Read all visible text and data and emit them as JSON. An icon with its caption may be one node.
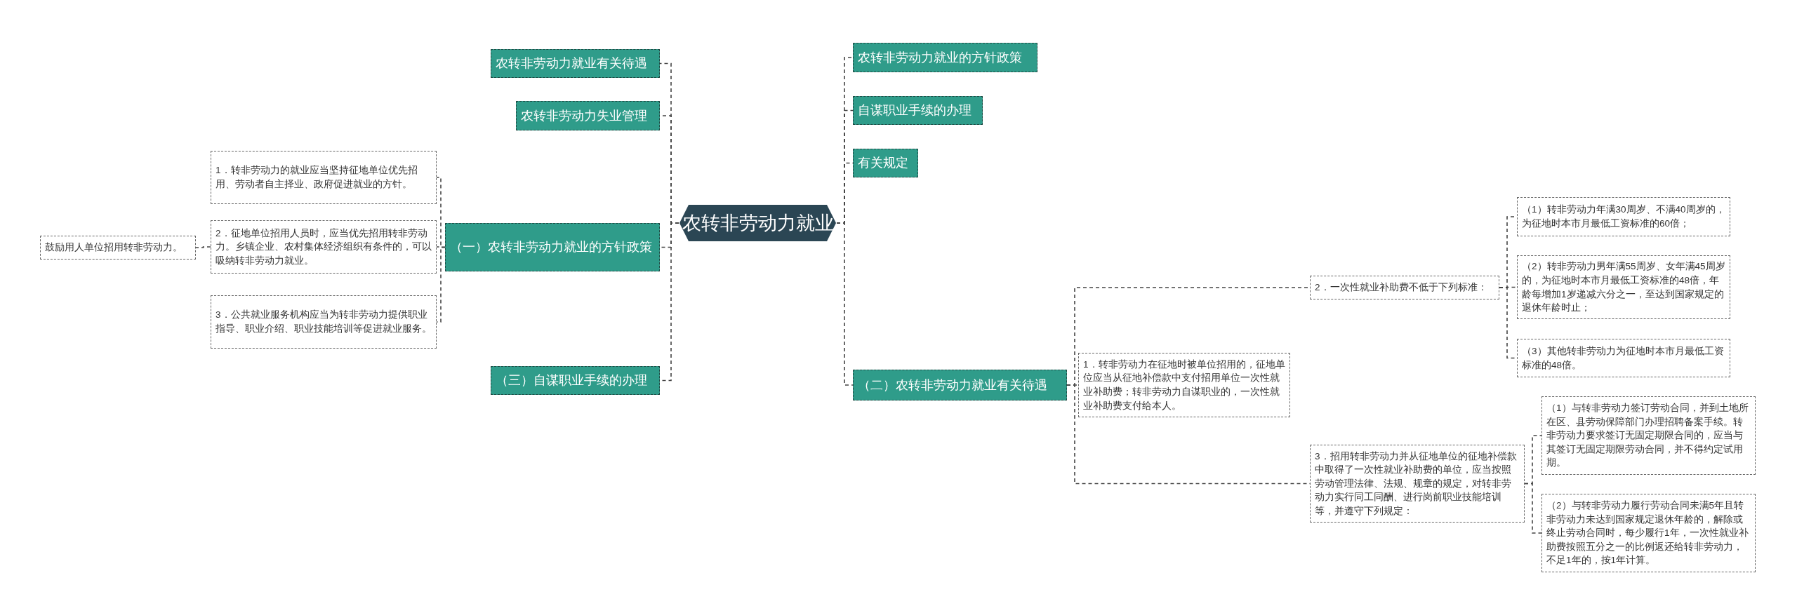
{
  "diagram": {
    "nodes": [
      {
        "text": [
          "农转非劳动力就业"
        ]
      },
      {
        "text": [
          "农转非劳动力就业有关待遇"
        ]
      },
      {
        "text": [
          "农转非劳动力失业管理"
        ]
      },
      {
        "text": [
          "（一）农转非劳动力就业的方针政策"
        ]
      },
      {
        "text": [
          "1．转非劳动力的就业应当坚持征地单位优先招用、劳动者自主择业、政府促进就业的方针。"
        ]
      },
      {
        "text": [
          "2．征地单位招用人员时，应当优先招用转非劳动力。乡镇企业、农村集体经济组织有条件的，可以吸纳转非劳动力就业。"
        ]
      },
      {
        "text": [
          "鼓励用人单位招用转非劳动力。"
        ]
      },
      {
        "text": [
          "3．公共就业服务机构应当为转非劳动力提供职业指导、职业介绍、职业技能培训等促进就业服务。"
        ]
      },
      {
        "text": [
          "（三）自谋职业手续的办理"
        ]
      },
      {
        "text": [
          "农转非劳动力就业的方针政策"
        ]
      },
      {
        "text": [
          "自谋职业手续的办理"
        ]
      },
      {
        "text": [
          "有关规定"
        ]
      },
      {
        "text": [
          "（二）农转非劳动力就业有关待遇"
        ]
      },
      {
        "text": [
          "1．转非劳动力在征地时被单位招用的，征地单位应当从征地补偿款中支付招用单位一次性就业补助费；转非劳动力自谋职业的，一次性就业补助费支付给本人。"
        ]
      },
      {
        "text": [
          "2．一次性就业补助费不低于下列标准："
        ]
      },
      {
        "text": [
          "（1）转非劳动力年满30周岁、不满40周岁的，为征地时本市月最低工资标准的60倍；"
        ]
      },
      {
        "text": [
          "（2）转非劳动力男年满55周岁、女年满45周岁的，为征地时本市月最低工资标准的48倍，年龄每增加1岁递减六分之一，至达到国家规定的退休年龄时止；"
        ]
      },
      {
        "text": [
          "（3）其他转非劳动力为征地时本市月最低工资标准的48倍。"
        ]
      },
      {
        "text": [
          "3．招用转非劳动力并从征地单位的征地补偿款中取得了一次性就业补助费的单位，应当按照劳动管理法律、法规、规章的规定，对转非劳动力实行同工同酬、进行岗前职业技能培训等，并遵守下列规定："
        ]
      },
      {
        "text": [
          "（1）与转非劳动力签订劳动合同，并到土地所在区、县劳动保障部门办理招聘备案手续。转非劳动力要求签订无固定期限合同的，应当与其签订无固定期限劳动合同，并不得约定试用期。"
        ]
      },
      {
        "text": [
          "（2）与转非劳动力履行劳动合同未满5年且转非劳动力未达到国家规定退休年龄的，解除或终止劳动合同时，每少履行1年，一次性就业补助费按照五分之一的比例返还给转非劳动力，不足1年的，按1年计算。"
        ]
      }
    ],
    "edges": [
      {
        "from": 0,
        "to": 1,
        "arrow": "none"
      },
      {
        "from": 0,
        "to": 2,
        "arrow": "none"
      },
      {
        "from": 0,
        "to": 3,
        "arrow": "none"
      },
      {
        "from": 3,
        "to": 4,
        "arrow": "none"
      },
      {
        "from": 3,
        "to": 5,
        "arrow": "none"
      },
      {
        "from": 5,
        "to": 6,
        "arrow": "none"
      },
      {
        "from": 3,
        "to": 7,
        "arrow": "none"
      },
      {
        "from": 0,
        "to": 8,
        "arrow": "none"
      },
      {
        "from": 0,
        "to": 9,
        "arrow": "none"
      },
      {
        "from": 0,
        "to": 10,
        "arrow": "none"
      },
      {
        "from": 0,
        "to": 11,
        "arrow": "none"
      },
      {
        "from": 0,
        "to": 12,
        "arrow": "none"
      },
      {
        "from": 12,
        "to": 13,
        "arrow": "none"
      },
      {
        "from": 12,
        "to": 14,
        "arrow": "none"
      },
      {
        "from": 14,
        "to": 15,
        "arrow": "none"
      },
      {
        "from": 14,
        "to": 16,
        "arrow": "none"
      },
      {
        "from": 14,
        "to": 17,
        "arrow": "none"
      },
      {
        "from": 12,
        "to": 18,
        "arrow": "none"
      },
      {
        "from": 18,
        "to": 19,
        "arrow": "none"
      },
      {
        "from": 18,
        "to": 20,
        "arrow": "none"
      }
    ]
  }
}
